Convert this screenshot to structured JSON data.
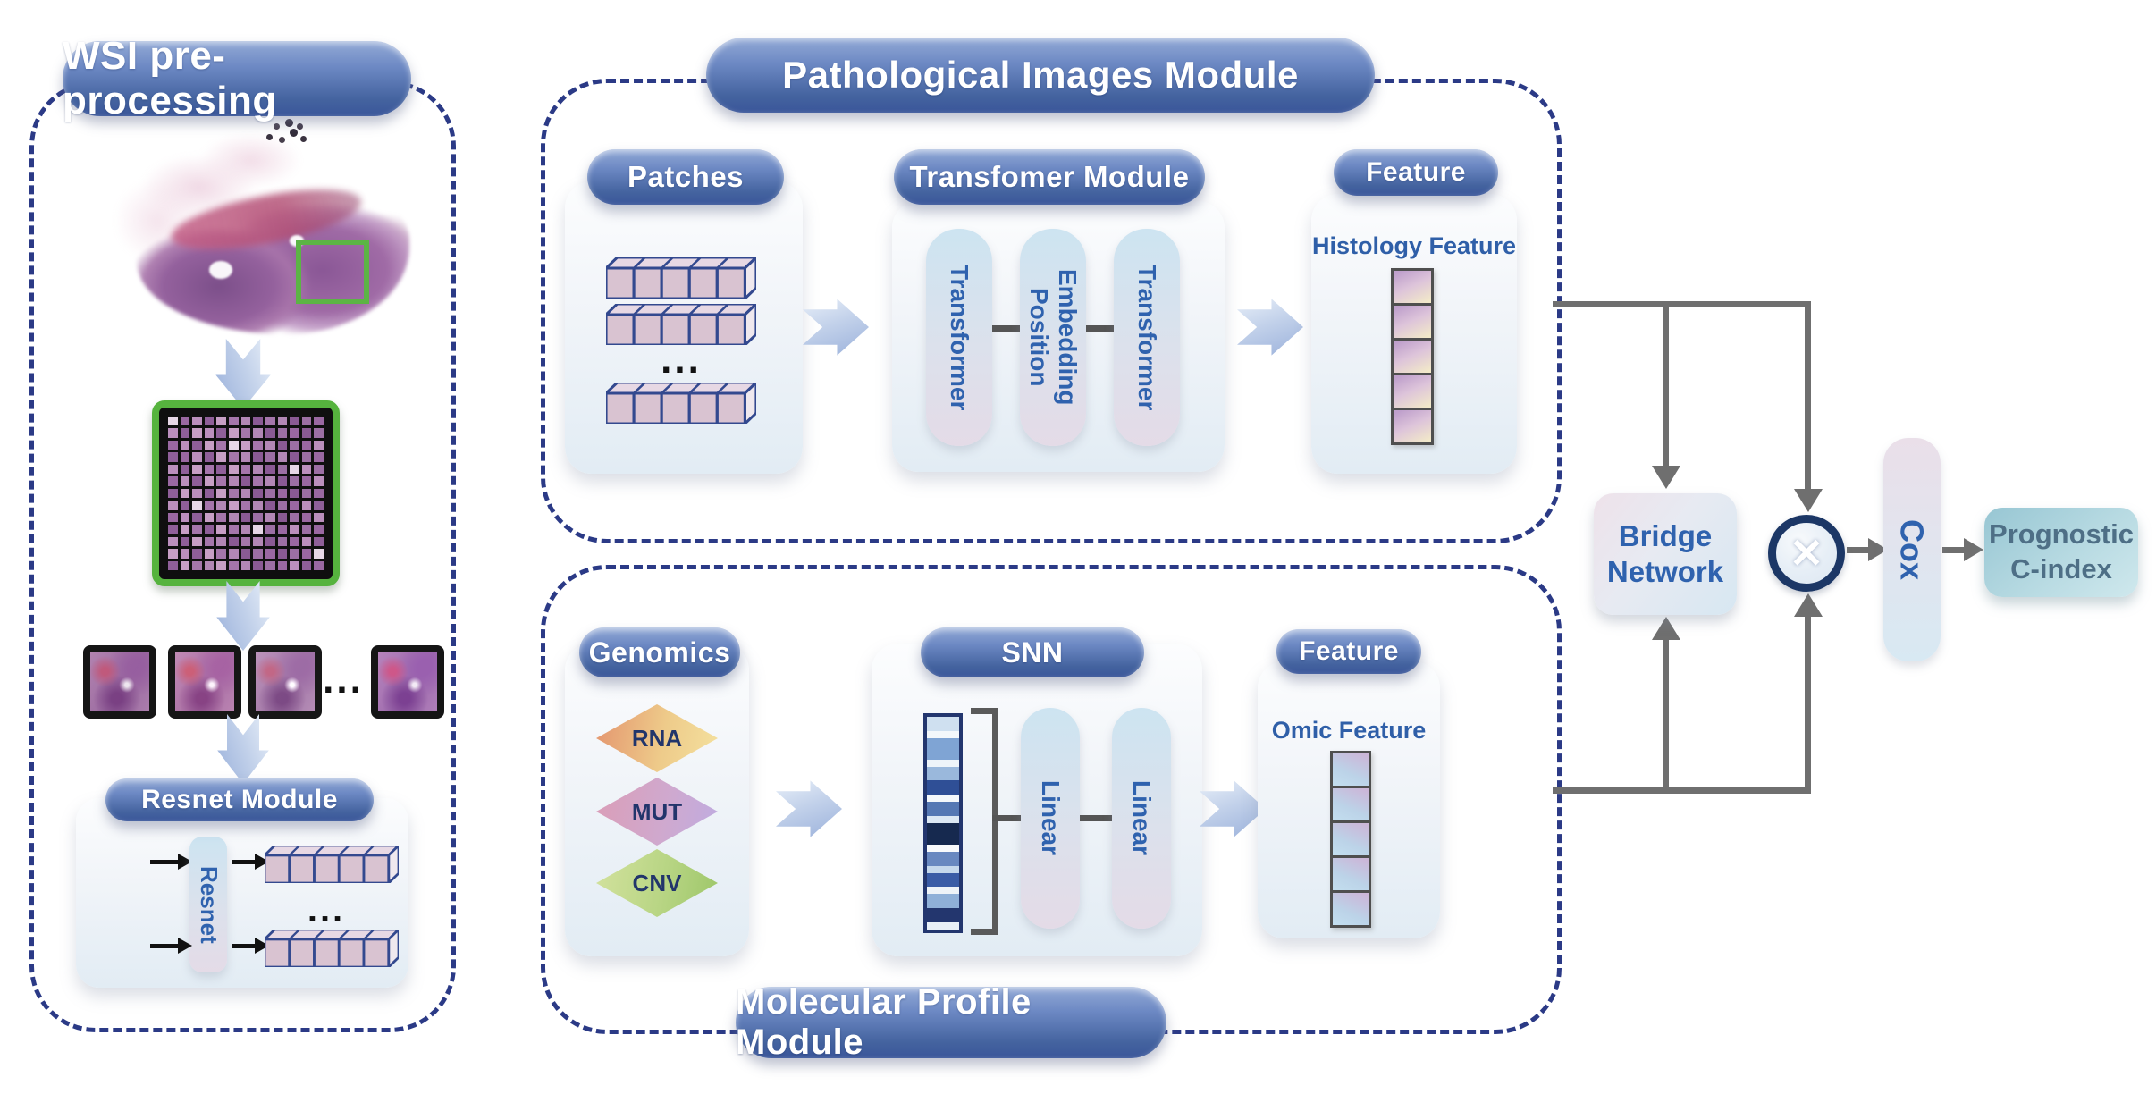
{
  "wsi_panel": {
    "title": "WSI pre-processing",
    "dots": "...",
    "resnet_module": {
      "title": "Resnet Module",
      "bar_label": "Resnet",
      "dots": "..."
    }
  },
  "pathology_panel": {
    "title": "Pathological Images Module",
    "patches": {
      "title": "Patches",
      "dots": "..."
    },
    "transformer_module": {
      "title": "Transfomer Module",
      "bars": [
        "Transformer",
        "Position Embedding",
        "Transformer"
      ]
    },
    "feature": {
      "title": "Feature",
      "label": "Histology Feature"
    }
  },
  "molecular_panel": {
    "title": "Molecular Profile Module",
    "genomics": {
      "title": "Genomics",
      "diamonds": [
        "RNA",
        "MUT",
        "CNV"
      ]
    },
    "snn": {
      "title": "SNN",
      "bars": [
        "Linear",
        "Linear"
      ]
    },
    "feature": {
      "title": "Feature",
      "label": "Omic Feature"
    }
  },
  "fusion": {
    "bridge_network": {
      "line1": "Bridge",
      "line2": "Network"
    },
    "multiply_symbol": "✕",
    "cox_label": "Cox",
    "output": {
      "line1": "Prognostic",
      "line2": "C-index"
    }
  },
  "colors": {
    "panel_dash": "#2b3a86",
    "pill_blue_top": "#93aad6",
    "pill_blue_bottom": "#3a569a",
    "module_text_blue": "#2f62ae",
    "connector_gray": "#6f6f6f",
    "cube_outline": "#33498f",
    "annotation_green": "#5cb445",
    "rna_gradient": [
      "#e59c72",
      "#f3dd9b"
    ],
    "mut_gradient": [
      "#d99fba",
      "#c2abdd"
    ],
    "cnv_gradient": [
      "#cfe09a",
      "#a2c96e"
    ],
    "output_teal": [
      "#97c6d3",
      "#cfe8ed"
    ],
    "output_text": "#4e6f86"
  }
}
